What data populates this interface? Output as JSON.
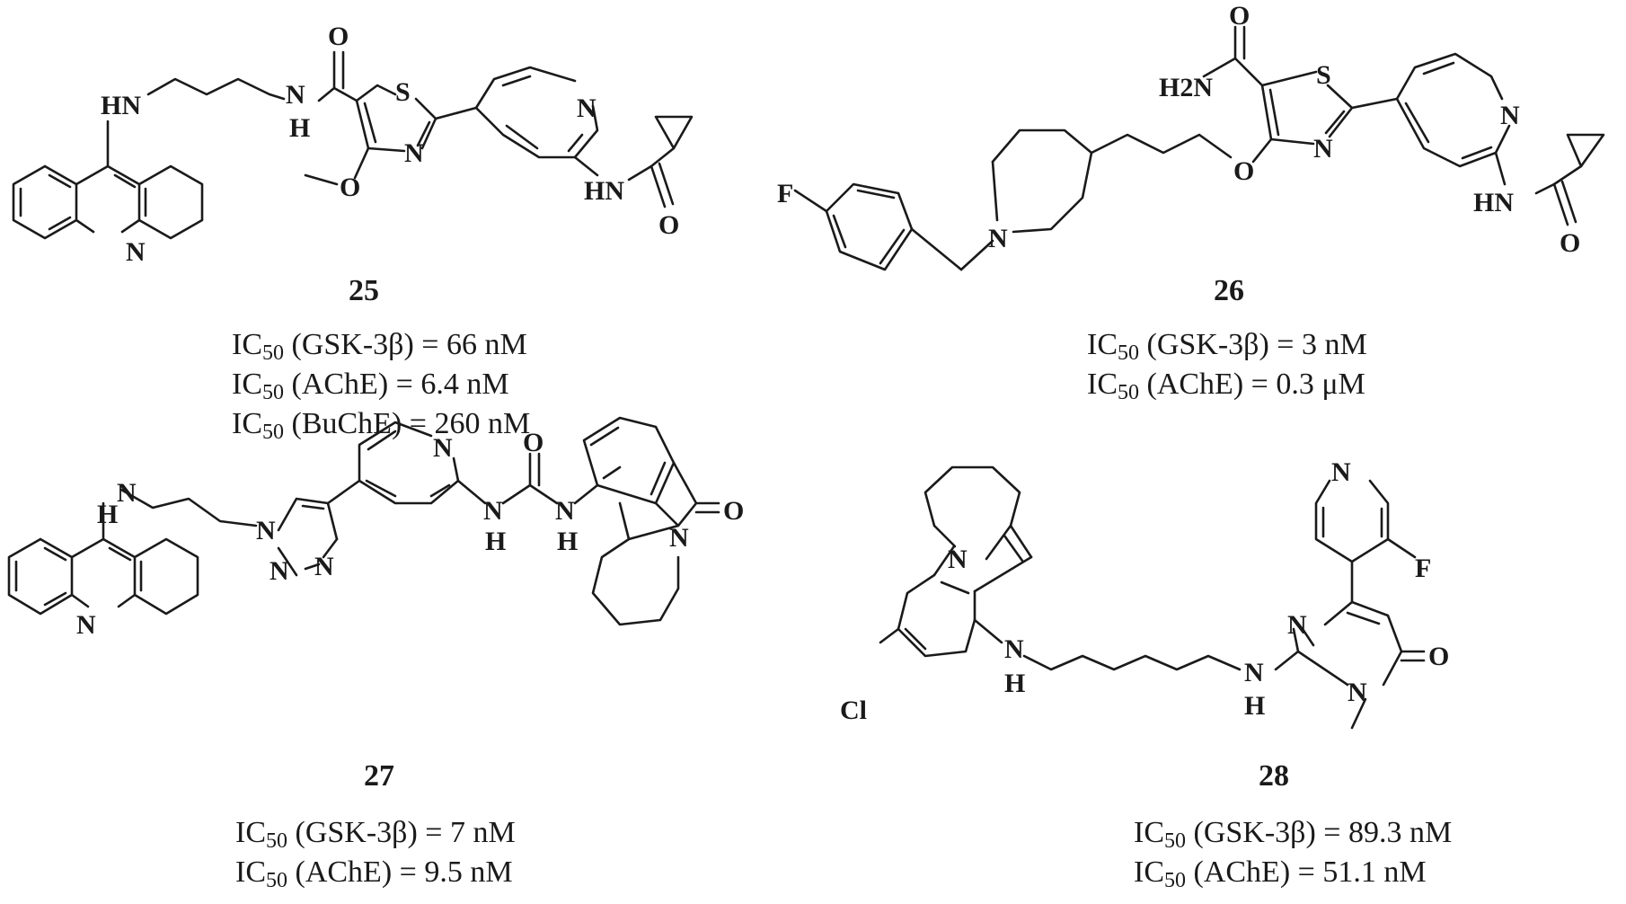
{
  "compounds": [
    {
      "id": "25",
      "atoms": {
        "hn": "HN",
        "nh_n": "N",
        "nh_h": "H",
        "o_amide": "O",
        "s": "S",
        "n_thz": "N",
        "o_me": "O",
        "n_py": "N",
        "hn2": "HN",
        "o_cp": "O",
        "n_acr": "N"
      },
      "activities": [
        {
          "prefix": "IC",
          "sub": "50",
          "text": " (GSK-3β) = 66 nM"
        },
        {
          "prefix": "IC",
          "sub": "50",
          "text": " (AChE) = 6.4 nM"
        },
        {
          "prefix": "IC",
          "sub": "50",
          "text": " (BuChE) = 260 nM"
        }
      ]
    },
    {
      "id": "26",
      "atoms": {
        "h2n": "H2N",
        "o_amide": "O",
        "s": "S",
        "n_thz": "N",
        "o_ether": "O",
        "n_py": "N",
        "hn": "HN",
        "o_cp": "O",
        "f": "F",
        "n_pip": "N"
      },
      "activities": [
        {
          "prefix": "IC",
          "sub": "50",
          "text": " (GSK-3β) = 3 nM"
        },
        {
          "prefix": "IC",
          "sub": "50",
          "text": " (AChE) = 0.3 μM"
        }
      ]
    },
    {
      "id": "27",
      "atoms": {
        "nh_h": "H",
        "nh_n": "N",
        "n_acr": "N",
        "n1": "N",
        "n2": "N",
        "n3": "N",
        "n_py": "N",
        "o_urea": "O",
        "nh1_n": "N",
        "nh1_h": "H",
        "nh2_n": "N",
        "nh2_h": "H",
        "o_lac": "O",
        "n_lac": "N"
      },
      "activities": [
        {
          "prefix": "IC",
          "sub": "50",
          "text": " (GSK-3β) = 7 nM"
        },
        {
          "prefix": "IC",
          "sub": "50",
          "text": " (AChE) = 9.5 nM"
        }
      ]
    },
    {
      "id": "28",
      "atoms": {
        "n_acr": "N",
        "cl": "Cl",
        "nh1_n": "N",
        "nh1_h": "H",
        "n_py": "N",
        "f": "F",
        "n_pym1": "N",
        "n_pym2": "N",
        "o": "O",
        "nh2_n": "N",
        "nh2_h": "H"
      },
      "activities": [
        {
          "prefix": "IC",
          "sub": "50",
          "text": " (GSK-3β) = 89.3 nM"
        },
        {
          "prefix": "IC",
          "sub": "50",
          "text": " (AChE) = 51.1 nM"
        }
      ]
    }
  ]
}
